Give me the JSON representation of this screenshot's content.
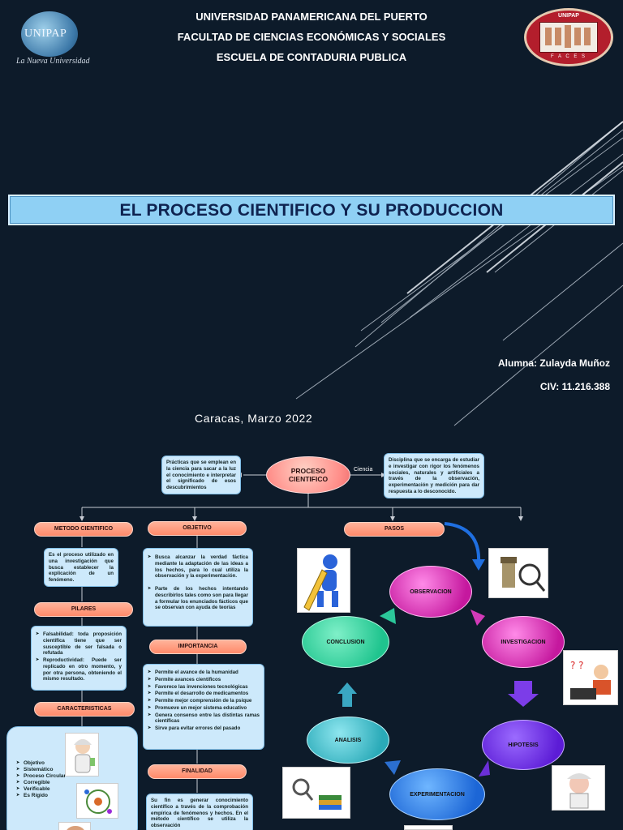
{
  "header": {
    "university": "UNIVERSIDAD PANAMERICANA DEL PUERTO",
    "faculty": "FACULTAD DE CIENCIAS ECONÓMICAS Y SOCIALES",
    "school": "ESCUELA DE CONTADURIA PUBLICA",
    "logo_left": {
      "name": "UNIPAP",
      "tagline": "La Nueva Universidad"
    },
    "seal": {
      "name": "UNIPAP",
      "label": "F A C E S"
    }
  },
  "title": "EL PROCESO CIENTIFICO Y SU PRODUCCION",
  "student": {
    "name": "Alumna: Zulayda Muñoz",
    "civ": "CIV: 11.216.388"
  },
  "date": "Caracas,  Marzo 2022",
  "colors": {
    "background": "#0d1b2a",
    "banner": "#8fd0f4",
    "banner_text": "#0f2350",
    "box": "#cde9fb",
    "pill": "#ff8a6a"
  },
  "map": {
    "center": {
      "line1": "PROCESO",
      "line2": "CIENTIFICO"
    },
    "practices": "Prácticas que se emplean en la ciencia para sacar a la luz el conocimiento e interpretar el significado de esos descubrimientos",
    "ciencia_label": "Ciencia",
    "ciencia_def": "Disciplina que se encarga de estudiar e investigar con rigor los fenómenos sociales, naturales y artificiales a través de la observación, experimentación y medición para dar respuesta a lo desconocido.",
    "metodo": {
      "label": "METODO CIENTIFICO",
      "text": "Es el proceso utilizado en una investigación que busca establecer la explicación de un fenómeno."
    },
    "pilares": {
      "label": "PILARES",
      "items": [
        "Falsabilidad: toda proposición científica tiene que ser susceptible de ser falsada o refutada",
        "Reproductividad: Puede ser replicado en otro momento, y por otra persona, obteniendo el mismo resultado."
      ]
    },
    "caracteristicas": {
      "label": "CARACTERISTICAS",
      "items": [
        "Objetivo",
        "Sistemático",
        "Proceso Circular",
        "Corregible",
        "Verificable",
        "Es Rígido"
      ]
    },
    "objetivo": {
      "label": "OBJETIVO",
      "items": [
        "Busca alcanzar la verdad fáctica mediante la adaptación de las ideas a los hechos, para lo cual utiliza la observación y la experimentación.",
        "Parte de los hechos intentando describirlos tales como son para llegar a formular los enunciados fácticos que se observan con ayuda de teorías"
      ]
    },
    "importancia": {
      "label": "IMPORTANCIA",
      "items": [
        "Permite el avance de la humanidad",
        "Permite avances científicos",
        "Favorece las invenciones tecnológicas",
        "Permite el desarrollo de medicamentos",
        "Permite mejor comprensión de la psique",
        "Promueve un mejor sistema educativo",
        "Genera consenso entre las distintas ramas científicas",
        "Sirve para evitar errores del pasado"
      ]
    },
    "finalidad": {
      "label": "FINALIDAD",
      "text": "Su fin es generar conocimiento científico a través de la comprobación empírica de fenómenos y hechos. En el método científico se utiliza la observación"
    },
    "pasos": {
      "label": "PASOS",
      "steps": [
        "OBSERVACION",
        "INVESTIGACION",
        "HIPOTESIS",
        "EXPERIMENTACION",
        "ANALISIS",
        "CONCLUSION"
      ]
    }
  }
}
